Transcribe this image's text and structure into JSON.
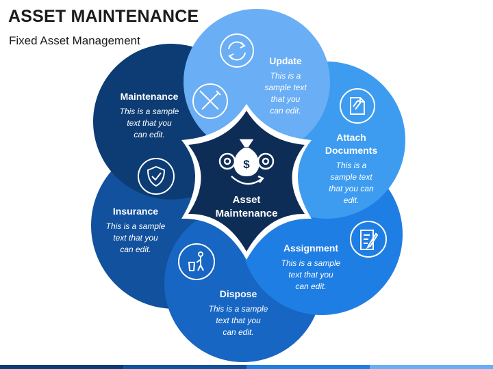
{
  "title": "ASSET MAINTENANCE",
  "subtitle": "Fixed Asset Management",
  "center": {
    "line1": "Asset",
    "line2": "Maintenance",
    "icon": "money-bag-gears-icon"
  },
  "segments": [
    {
      "key": "update",
      "name": "Update",
      "lines": [
        "This is a",
        "sample text",
        "that you",
        "can edit."
      ],
      "icon": "refresh-icon",
      "color": "#6aaef5"
    },
    {
      "key": "attach",
      "name_lines": [
        "Attach",
        "Documents"
      ],
      "lines": [
        "This is a",
        "sample text",
        "that you can",
        "edit."
      ],
      "icon": "attachment-document-icon",
      "color": "#3d9cf0"
    },
    {
      "key": "assignment",
      "name": "Assignment",
      "lines": [
        "This is a sample",
        "text that you",
        "can edit."
      ],
      "icon": "edit-document-icon",
      "color": "#1f7ee3"
    },
    {
      "key": "dispose",
      "name": "Dispose",
      "lines": [
        "This is a sample",
        "text that you",
        "can edit."
      ],
      "icon": "dispose-trash-icon",
      "color": "#1766c4"
    },
    {
      "key": "insurance",
      "name": "Insurance",
      "lines": [
        "This is a sample",
        "text that you",
        "can edit."
      ],
      "icon": "shield-check-icon",
      "color": "#12519d"
    },
    {
      "key": "maintenance",
      "name": "Maintenance",
      "lines": [
        "This is a sample",
        "text that you",
        "can edit."
      ],
      "icon": "tools-icon",
      "color": "#0d3c74"
    }
  ],
  "colors": {
    "center": "#0e2d56",
    "icon_stroke": "#ffffff"
  }
}
